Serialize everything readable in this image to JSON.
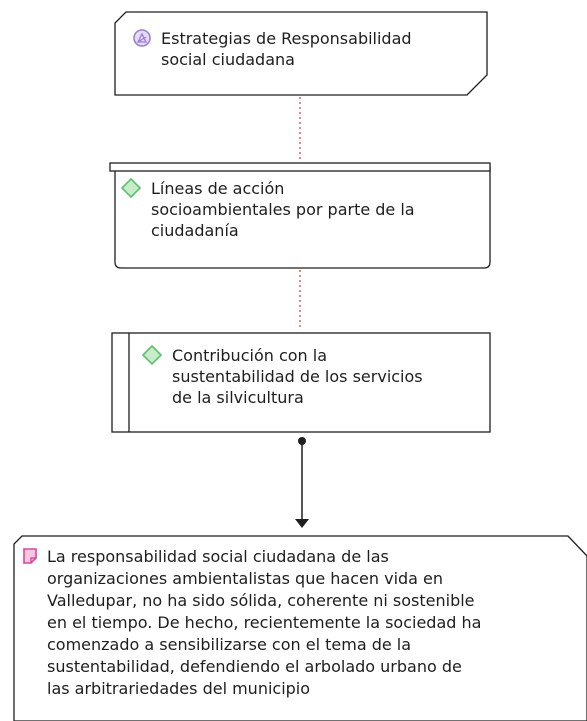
{
  "nodes": {
    "strategy": {
      "lines": [
        "Estrategias de Responsabilidad",
        "social ciudadana"
      ],
      "icon": "network-icon",
      "icon_color": "#9b7fd4"
    },
    "action_lines": {
      "lines": [
        "Líneas de acción",
        "socioambientales por parte de la",
        "ciudadanía"
      ],
      "icon": "diamond-icon",
      "icon_color": "#5bc26b"
    },
    "contribution": {
      "lines": [
        "Contribución con la",
        "sustentabilidad de los servicios",
        "de la silvicultura"
      ],
      "icon": "diamond-icon",
      "icon_color": "#5bc26b"
    },
    "note": {
      "lines": [
        "La responsabilidad social ciudadana de las",
        "organizaciones ambientalistas que hacen vida en",
        "Valledupar, no ha sido sólida, coherente ni sostenible",
        "en el tiempo. De hecho, recientemente la sociedad ha",
        "comenzado a sensibilizarse con el tema de la",
        "sustentabilidad, defendiendo el arbolado urbano de",
        "las arbitrariedades del municipio"
      ],
      "icon": "memo-icon",
      "icon_color": "#e0449b"
    }
  },
  "colors": {
    "connector_dotted": "#e85a5a",
    "border": "#1e1e1e"
  }
}
